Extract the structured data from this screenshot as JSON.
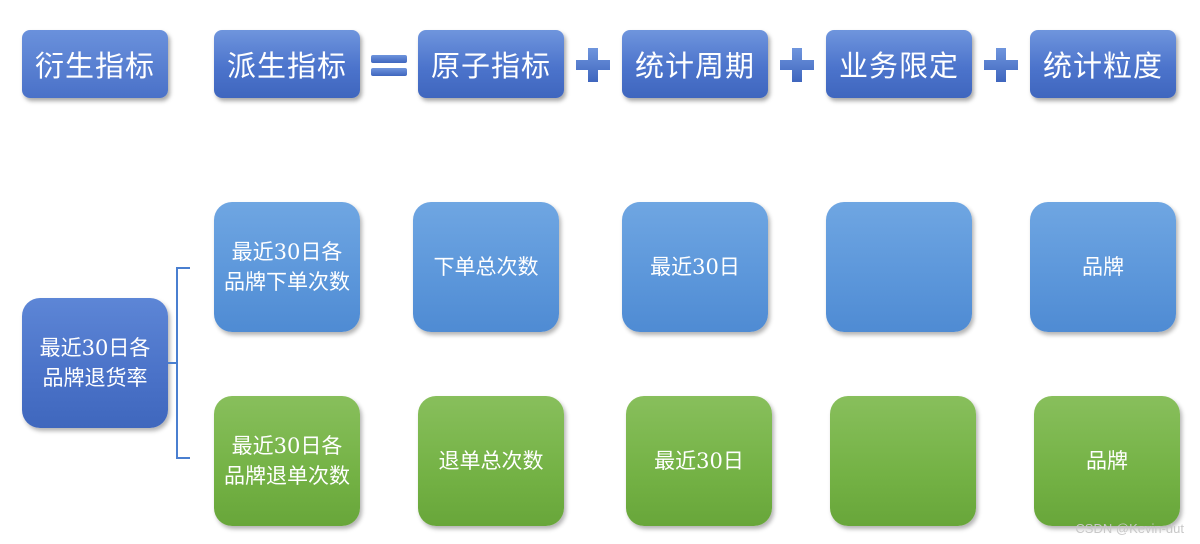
{
  "header": {
    "derived_metric": "衍生指标",
    "sub_metric": "派生指标",
    "atomic_metric": "原子指标",
    "time_period": "统计周期",
    "business_limit": "业务限定",
    "granularity": "统计粒度"
  },
  "operators": {
    "equals": "=",
    "plus": "+"
  },
  "left_item": {
    "label": "最近30日各品牌退货率"
  },
  "row_order": {
    "derived": "最近30日各品牌下单次数",
    "atomic": "下单总次数",
    "period": "最近30日",
    "limit": "",
    "granularity": "品牌"
  },
  "row_return": {
    "derived": "最近30日各品牌退单次数",
    "atomic": "退单总次数",
    "period": "最近30日",
    "limit": "",
    "granularity": "品牌"
  },
  "watermark": "CSDN @Kevin-dut",
  "colors": {
    "header_blue": "#4c74cc",
    "row_blue": "#5b96da",
    "row_green": "#74b245",
    "connector": "#4a7fd0"
  }
}
